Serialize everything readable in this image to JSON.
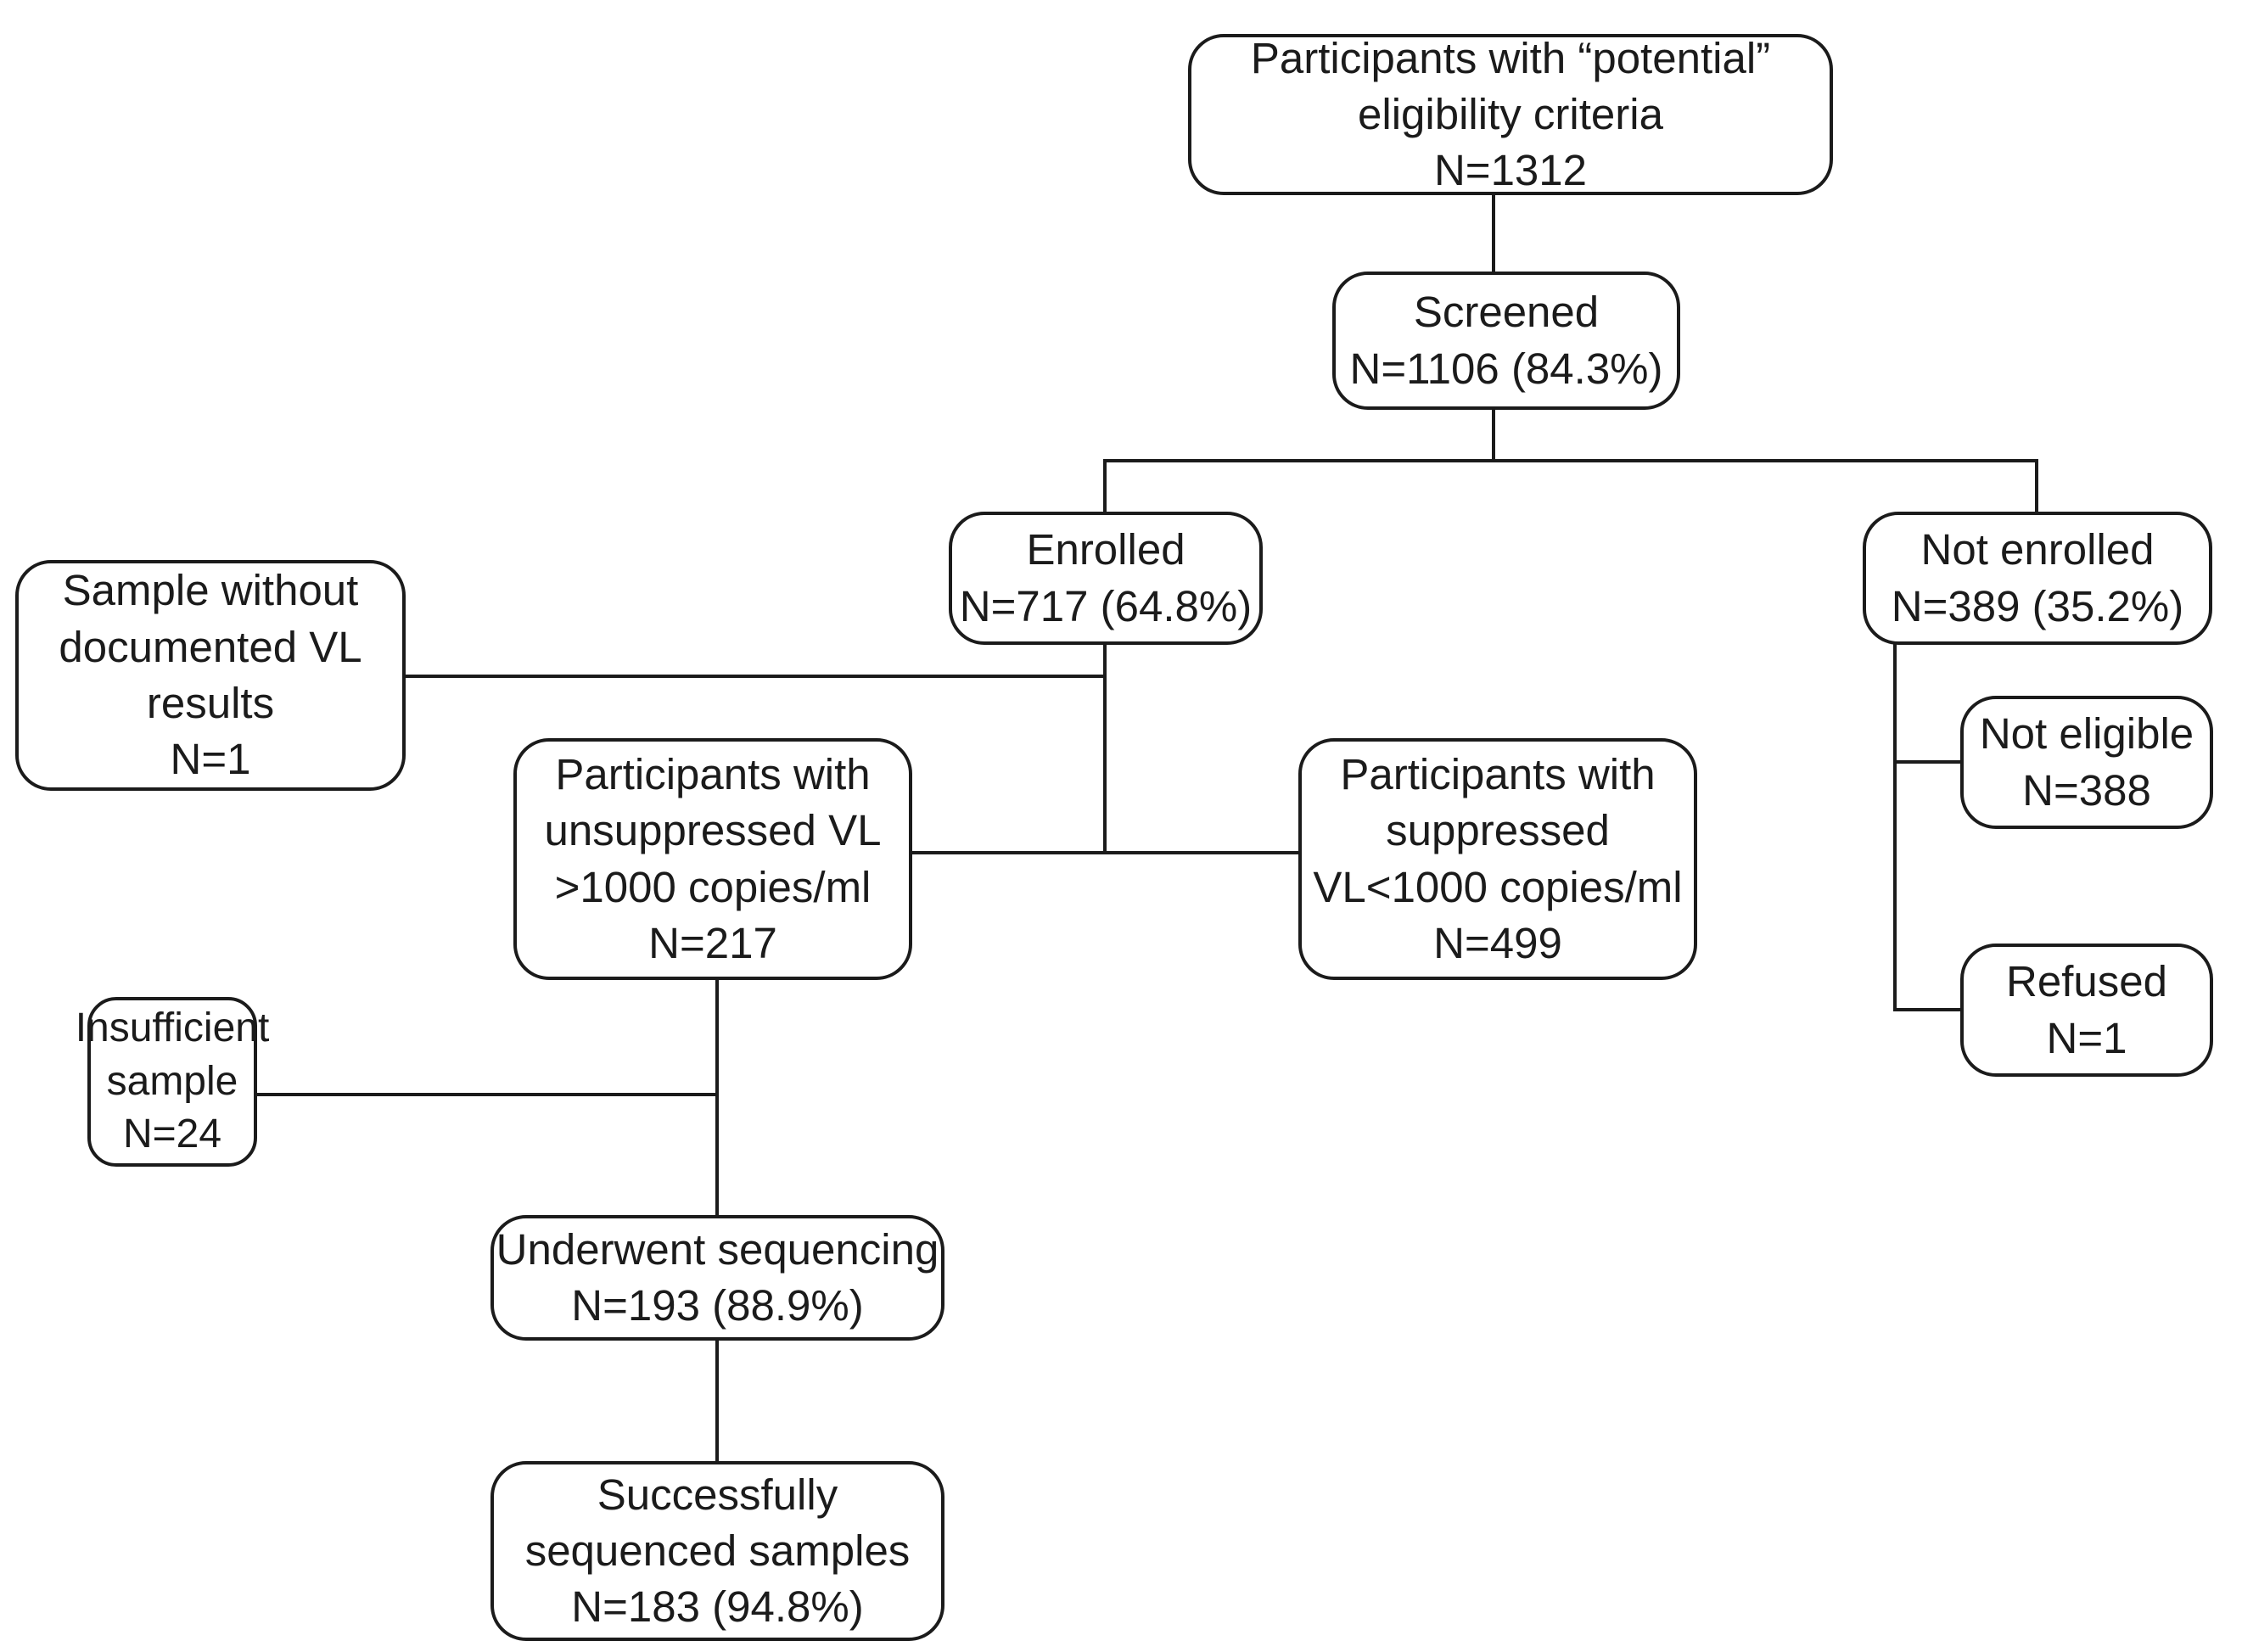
{
  "diagram": {
    "type": "flowchart",
    "title": "Participant screening, enrollment and sequencing flow",
    "style": {
      "line_color": "#1b1b1b",
      "box_fill": "#ffffff",
      "text_color": "#1b1b1b"
    },
    "nodes": [
      {
        "id": "potential",
        "name": "potential-eligibility-box",
        "lines": [
          "Participants with “potential”",
          "eligibility criteria",
          "N=1312"
        ],
        "count": 1312,
        "percent": null
      },
      {
        "id": "screened",
        "name": "screened-box",
        "lines": [
          "Screened",
          "N=1106 (84.3%)"
        ],
        "count": 1106,
        "percent": 84.3
      },
      {
        "id": "enrolled",
        "name": "enrolled-box",
        "lines": [
          "Enrolled",
          "N=717 (64.8%)"
        ],
        "count": 717,
        "percent": 64.8
      },
      {
        "id": "not_enrolled",
        "name": "not-enrolled-box",
        "lines": [
          "Not enrolled",
          "N=389 (35.2%)"
        ],
        "count": 389,
        "percent": 35.2
      },
      {
        "id": "not_eligible",
        "name": "not-eligible-box",
        "lines": [
          "Not eligible",
          "N=388"
        ],
        "count": 388,
        "percent": null
      },
      {
        "id": "refused",
        "name": "refused-box",
        "lines": [
          "Refused",
          "N=1"
        ],
        "count": 1,
        "percent": null
      },
      {
        "id": "no_vl",
        "name": "sample-without-vl-results-box",
        "lines": [
          "Sample without",
          "documented VL",
          "results",
          "N=1"
        ],
        "count": 1,
        "percent": null
      },
      {
        "id": "unsuppressed",
        "name": "unsuppressed-vl-box",
        "lines": [
          "Participants with",
          "unsuppressed VL",
          ">1000 copies/ml",
          "N=217"
        ],
        "count": 217,
        "percent": null
      },
      {
        "id": "suppressed",
        "name": "suppressed-vl-box",
        "lines": [
          "Participants with",
          "suppressed",
          "VL<1000 copies/ml",
          "N=499"
        ],
        "count": 499,
        "percent": null
      },
      {
        "id": "insufficient",
        "name": "insufficient-sample-box",
        "lines": [
          "Insufficient",
          "sample",
          "N=24"
        ],
        "count": 24,
        "percent": null
      },
      {
        "id": "sequencing",
        "name": "underwent-sequencing-box",
        "lines": [
          "Underwent sequencing",
          "N=193 (88.9%)"
        ],
        "count": 193,
        "percent": 88.9
      },
      {
        "id": "sequenced",
        "name": "successfully-sequenced-box",
        "lines": [
          "Successfully",
          "sequenced samples",
          "N=183 (94.8%)"
        ],
        "count": 183,
        "percent": 94.8
      }
    ],
    "edges": [
      {
        "from": "potential",
        "to": "screened"
      },
      {
        "from": "screened",
        "to": "enrolled"
      },
      {
        "from": "screened",
        "to": "not_enrolled"
      },
      {
        "from": "not_enrolled",
        "to": "not_eligible"
      },
      {
        "from": "not_enrolled",
        "to": "refused"
      },
      {
        "from": "enrolled",
        "to": "no_vl"
      },
      {
        "from": "enrolled",
        "to": "unsuppressed"
      },
      {
        "from": "enrolled",
        "to": "suppressed"
      },
      {
        "from": "unsuppressed",
        "to": "insufficient"
      },
      {
        "from": "unsuppressed",
        "to": "sequencing"
      },
      {
        "from": "sequencing",
        "to": "sequenced"
      }
    ]
  }
}
